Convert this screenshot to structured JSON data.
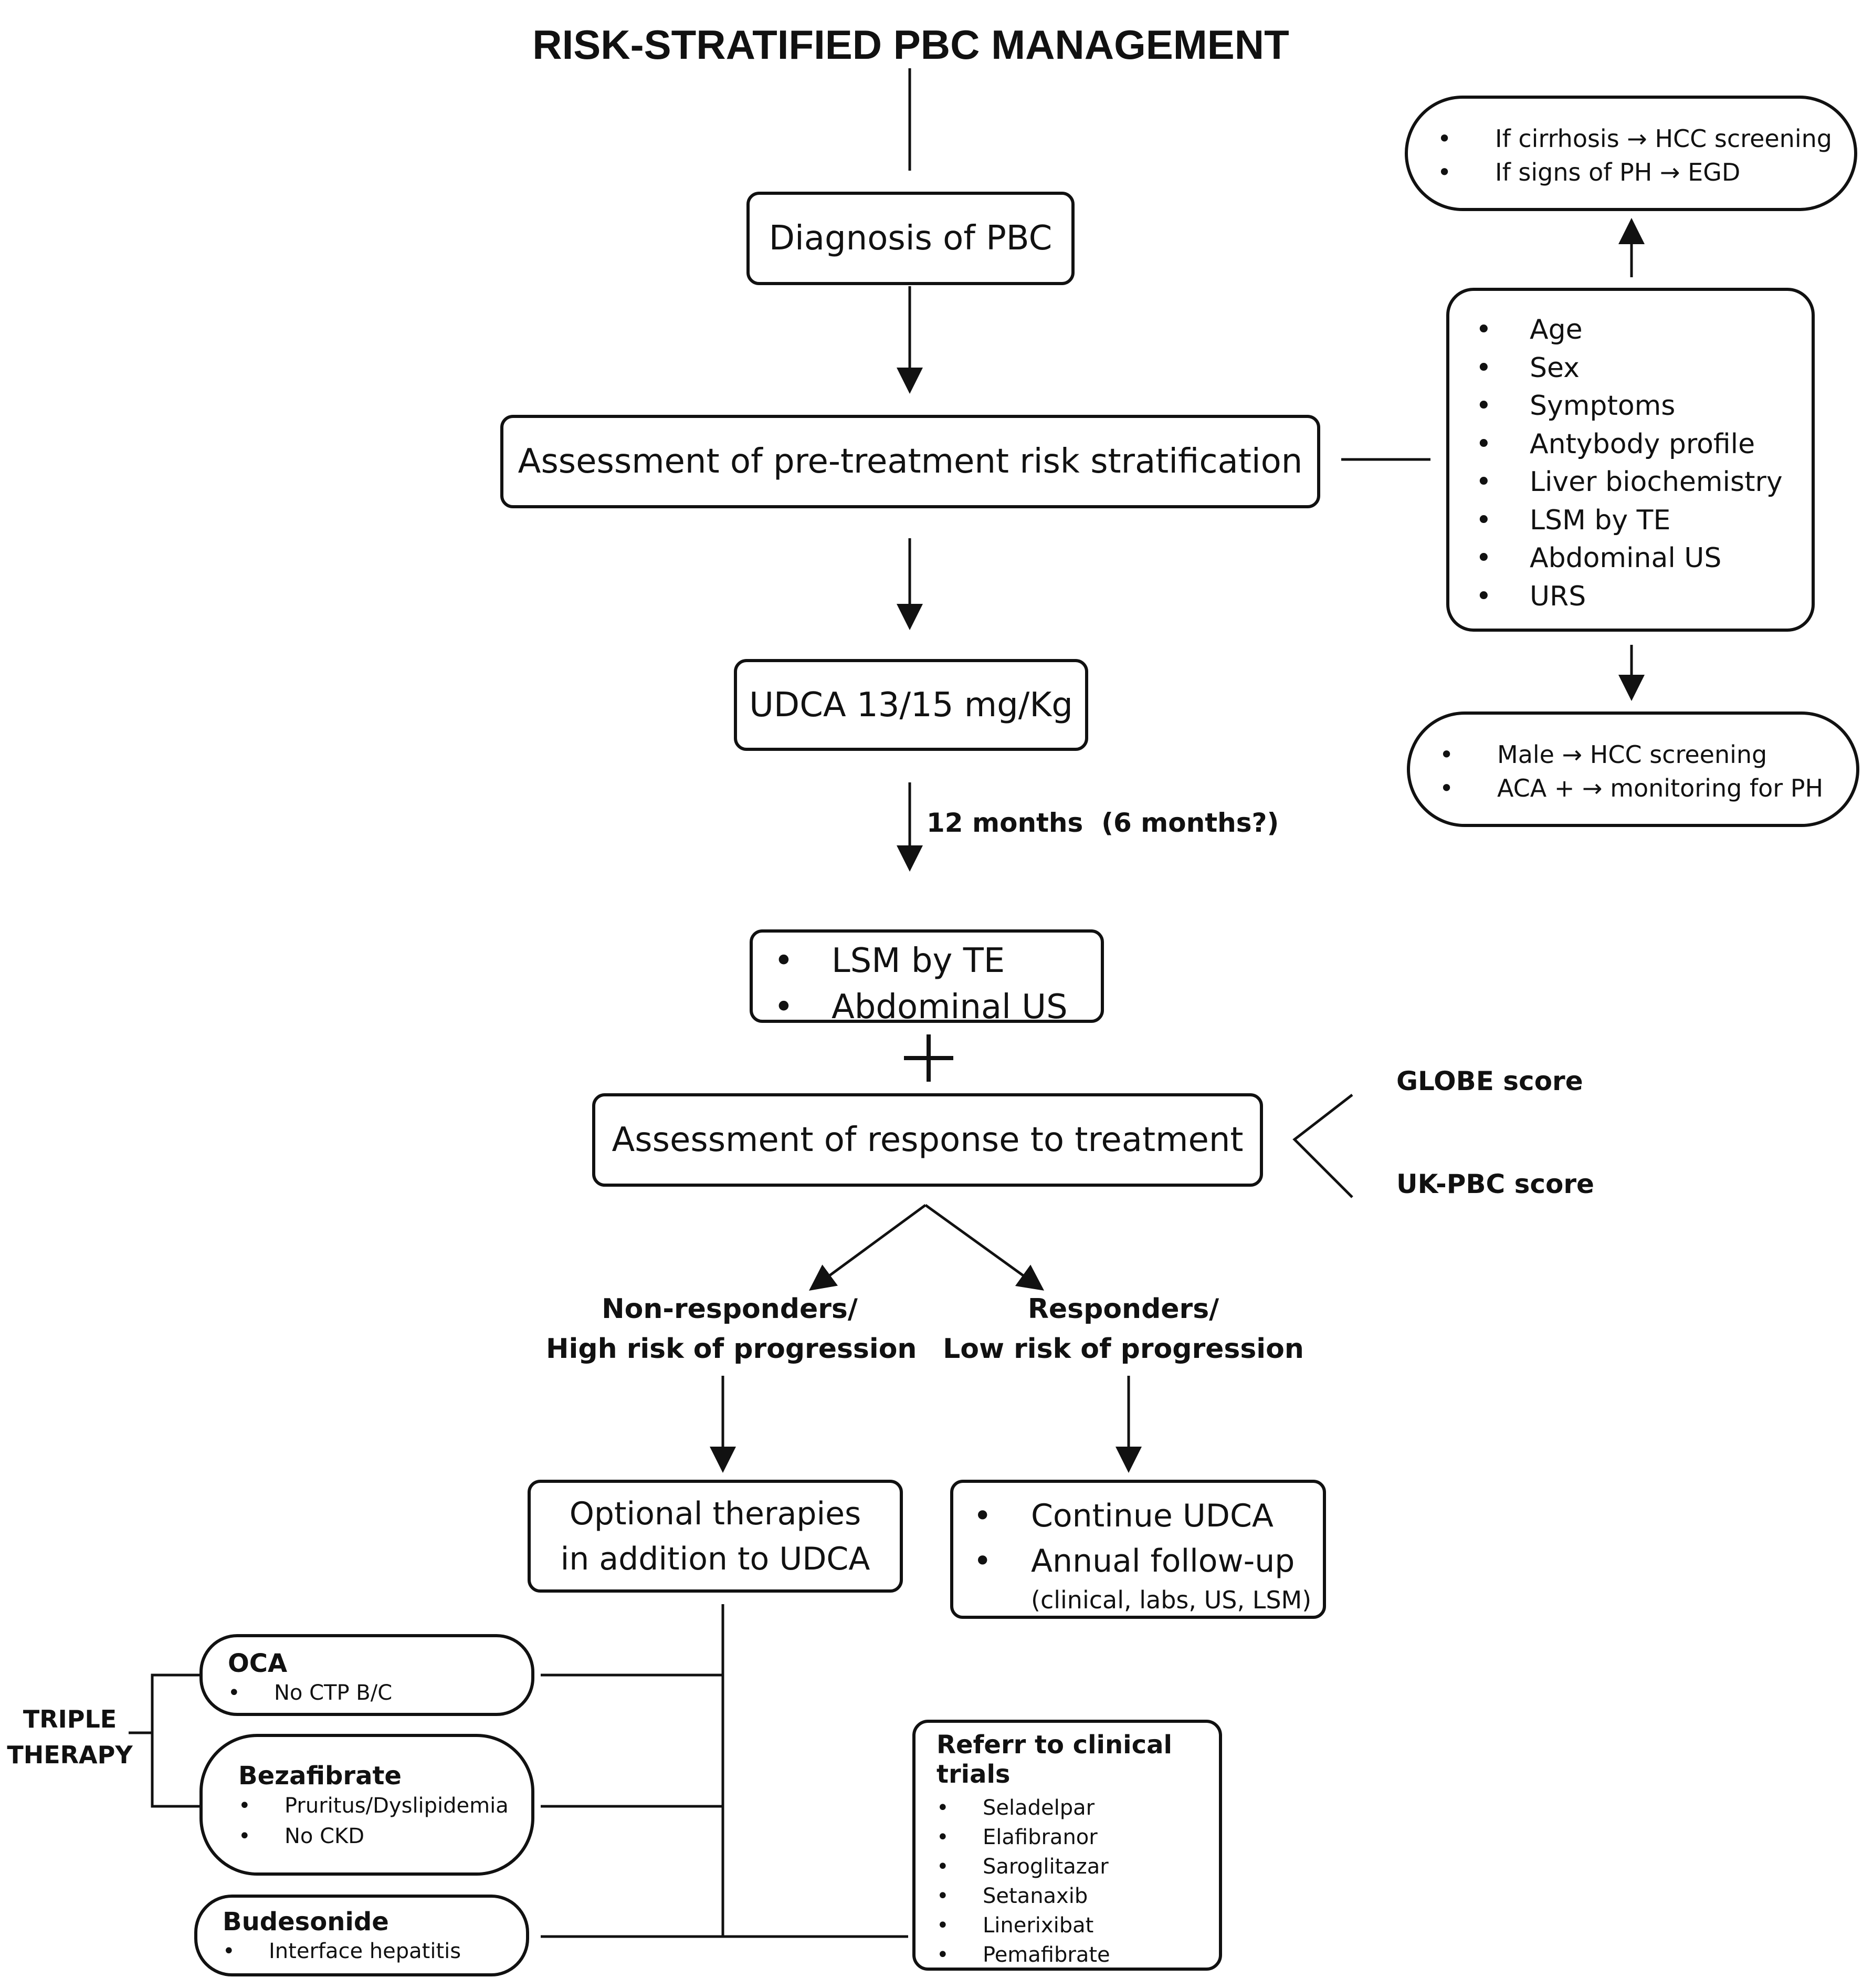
{
  "title": "RISK-STRATIFIED PBC MANAGEMENT",
  "nodes": {
    "diagnosis": "Diagnosis of PBC",
    "pretreatment_assessment": "Assessment of pre-treatment risk stratification",
    "udca_dose": "UDCA 13/15 mg/Kg",
    "interval_label": "12 months  (6 months?)",
    "followup_tests": [
      "LSM by TE",
      "Abdominal US"
    ],
    "plus_sign": "+",
    "response_assessment": "Assessment of response to treatment",
    "non_responders": [
      "Non-responders/",
      "High risk of progression"
    ],
    "responders": [
      "Responders/",
      "Low risk of progression"
    ],
    "optional_therapies": [
      "Optional therapies",
      "in addition to UDCA"
    ],
    "continue_udca": {
      "items": [
        "Continue UDCA",
        "Annual follow-up"
      ],
      "note": "(clinical, labs, US, LSM)"
    }
  },
  "risk_factors": [
    "Age",
    "Sex",
    "Symptoms",
    "Antybody profile",
    "Liver biochemistry",
    "LSM by TE",
    "Abdominal US",
    "URS"
  ],
  "cirrhosis_box": [
    "If cirrhosis → HCC screening",
    "If signs of PH → EGD"
  ],
  "male_box": [
    "Male  → HCC screening",
    "ACA + → monitoring for PH"
  ],
  "scores": [
    "GLOBE score",
    "UK-PBC score"
  ],
  "triple_therapy_label": [
    "TRIPLE",
    "THERAPY"
  ],
  "therapies": {
    "oca": {
      "name": "OCA",
      "items": [
        "No CTP B/C"
      ]
    },
    "bezafibrate": {
      "name": "Bezafibrate",
      "items": [
        "Pruritus/Dyslipidemia",
        "No CKD"
      ]
    },
    "budesonide": {
      "name": "Budesonide",
      "items": [
        "Interface hepatitis"
      ]
    }
  },
  "clinical_trials": {
    "title": "Referr to clinical trials",
    "items": [
      "Seladelpar",
      "Elafibranor",
      "Saroglitazar",
      "Setanaxib",
      "Linerixibat",
      "Pemafibrate"
    ]
  }
}
